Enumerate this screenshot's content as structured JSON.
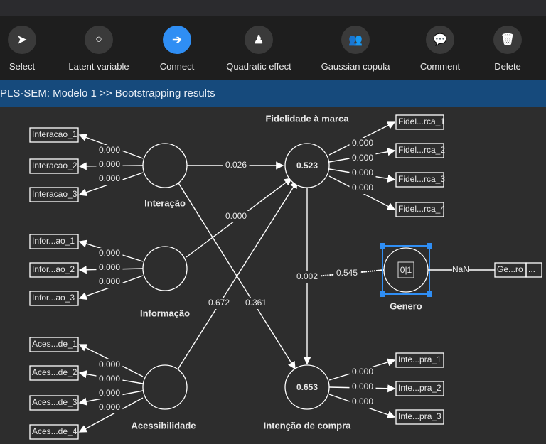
{
  "toolbar": {
    "items": [
      {
        "label": "Select",
        "icon": "cursor-icon"
      },
      {
        "label": "Latent variable",
        "icon": "circle-icon"
      },
      {
        "label": "Connect",
        "icon": "arrow-right-icon"
      },
      {
        "label": "Quadratic effect",
        "icon": "person-icon"
      },
      {
        "label": "Gaussian copula",
        "icon": "group-icon"
      },
      {
        "label": "Comment",
        "icon": "comment-icon"
      },
      {
        "label": "Delete",
        "icon": "trash-icon"
      }
    ],
    "active": "Connect",
    "accent": "#2f8ef4"
  },
  "breadcrumb": "PLS-SEM: Modelo 1 >> Bootstrapping results",
  "model": {
    "constructs": {
      "interacao": {
        "name": "Interação",
        "value": ""
      },
      "informacao": {
        "name": "Informação",
        "value": ""
      },
      "acessibilidade": {
        "name": "Acessibilidade",
        "value": ""
      },
      "fidelidade": {
        "name": "Fidelidade à marca",
        "value": "0.523"
      },
      "intencao": {
        "name": "Intenção de compra",
        "value": "0.653"
      },
      "genero": {
        "name": "Genero",
        "value": "0|1"
      }
    },
    "indicators": {
      "interacao": [
        "Interacao_1",
        "Interacao_2",
        "Interacao_3"
      ],
      "informacao": [
        "Infor...ao_1",
        "Infor...ao_2",
        "Infor...ao_3"
      ],
      "acessibilidade": [
        "Aces...de_1",
        "Aces...de_2",
        "Aces...de_3",
        "Aces...de_4"
      ],
      "fidelidade": [
        "Fidel...rca_1",
        "Fidel...rca_2",
        "Fidel...rca_3",
        "Fidel...rca_4"
      ],
      "intencao": [
        "Inte...pra_1",
        "Inte...pra_2",
        "Inte...pra_3"
      ],
      "genero": [
        "Ge...ro",
        "..."
      ]
    },
    "loadings": {
      "interacao": [
        "0.000",
        "0.000",
        "0.000"
      ],
      "informacao": [
        "0.000",
        "0.000",
        "0.000"
      ],
      "acessibilidade": [
        "0.000",
        "0.000",
        "0.000",
        "0.000"
      ],
      "fidelidade": [
        "0.000",
        "0.000",
        "0.000",
        "0.000"
      ],
      "intencao": [
        "0.000",
        "0.000",
        "0.000"
      ],
      "genero": "NaN"
    },
    "paths": {
      "interacao_fidelidade": "0.026",
      "informacao_fidelidade": "0.000",
      "acessibilidade_fidelidade": "0.672",
      "interacao_intencao": "0.361",
      "fidelidade_intencao": "0.002",
      "genero_moderation": "0.545"
    }
  }
}
